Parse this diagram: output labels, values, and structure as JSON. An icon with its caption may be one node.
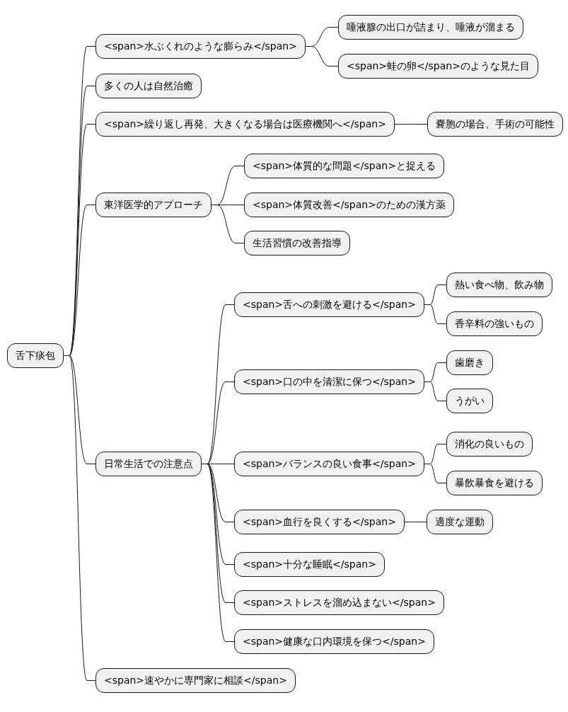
{
  "diagram": {
    "nodes": [
      {
        "text": [
          "舌下痰包"
        ]
      },
      {
        "text": [
          "<span>水ぶくれのような膨らみ</span>"
        ]
      },
      {
        "text": [
          "唾液腺の出口が詰まり、唾液が溜まる"
        ]
      },
      {
        "text": [
          "<span>蛙の卵</span>のような見た目"
        ]
      },
      {
        "text": [
          "多くの人は自然治癒"
        ]
      },
      {
        "text": [
          "<span>繰り返し再発、大きくなる場合は医療機関へ</span>"
        ]
      },
      {
        "text": [
          "嚢胞の場合、手術の可能性"
        ]
      },
      {
        "text": [
          "東洋医学的アプローチ"
        ]
      },
      {
        "text": [
          "<span>体質的な問題</span>と捉える"
        ]
      },
      {
        "text": [
          "<span>体質改善</span>のための漢方薬"
        ]
      },
      {
        "text": [
          "生活習慣の改善指導"
        ]
      },
      {
        "text": [
          "日常生活での注意点"
        ]
      },
      {
        "text": [
          "<span>舌への刺激を避ける</span>"
        ]
      },
      {
        "text": [
          "熱い食べ物、飲み物"
        ]
      },
      {
        "text": [
          "香辛料の強いもの"
        ]
      },
      {
        "text": [
          "<span>口の中を清潔に保つ</span>"
        ]
      },
      {
        "text": [
          "歯磨き"
        ]
      },
      {
        "text": [
          "うがい"
        ]
      },
      {
        "text": [
          "<span>バランスの良い食事</span>"
        ]
      },
      {
        "text": [
          "消化の良いもの"
        ]
      },
      {
        "text": [
          "暴飲暴食を避ける"
        ]
      },
      {
        "text": [
          "<span>血行を良くする</span>"
        ]
      },
      {
        "text": [
          "適度な運動"
        ]
      },
      {
        "text": [
          "<span>十分な睡眠</span>"
        ]
      },
      {
        "text": [
          "<span>ストレスを溜め込まない</span>"
        ]
      },
      {
        "text": [
          "<span>健康な口内環境を保つ</span>"
        ]
      },
      {
        "text": [
          "<span>速やかに専門家に相談</span>"
        ]
      }
    ],
    "edges": [
      {
        "from": 0,
        "to": 1,
        "arrow": "none"
      },
      {
        "from": 1,
        "to": 2,
        "arrow": "none"
      },
      {
        "from": 1,
        "to": 3,
        "arrow": "none"
      },
      {
        "from": 0,
        "to": 4,
        "arrow": "none"
      },
      {
        "from": 0,
        "to": 5,
        "arrow": "none"
      },
      {
        "from": 5,
        "to": 6,
        "arrow": "none"
      },
      {
        "from": 0,
        "to": 7,
        "arrow": "none"
      },
      {
        "from": 7,
        "to": 8,
        "arrow": "none"
      },
      {
        "from": 7,
        "to": 9,
        "arrow": "none"
      },
      {
        "from": 7,
        "to": 10,
        "arrow": "none"
      },
      {
        "from": 0,
        "to": 11,
        "arrow": "none"
      },
      {
        "from": 11,
        "to": 12,
        "arrow": "none"
      },
      {
        "from": 12,
        "to": 13,
        "arrow": "none"
      },
      {
        "from": 12,
        "to": 14,
        "arrow": "none"
      },
      {
        "from": 11,
        "to": 15,
        "arrow": "none"
      },
      {
        "from": 15,
        "to": 16,
        "arrow": "none"
      },
      {
        "from": 15,
        "to": 17,
        "arrow": "none"
      },
      {
        "from": 11,
        "to": 18,
        "arrow": "none"
      },
      {
        "from": 18,
        "to": 19,
        "arrow": "none"
      },
      {
        "from": 18,
        "to": 20,
        "arrow": "none"
      },
      {
        "from": 11,
        "to": 21,
        "arrow": "none"
      },
      {
        "from": 21,
        "to": 22,
        "arrow": "none"
      },
      {
        "from": 11,
        "to": 23,
        "arrow": "none"
      },
      {
        "from": 11,
        "to": 24,
        "arrow": "none"
      },
      {
        "from": 11,
        "to": 25,
        "arrow": "none"
      },
      {
        "from": 0,
        "to": 26,
        "arrow": "none"
      }
    ]
  }
}
